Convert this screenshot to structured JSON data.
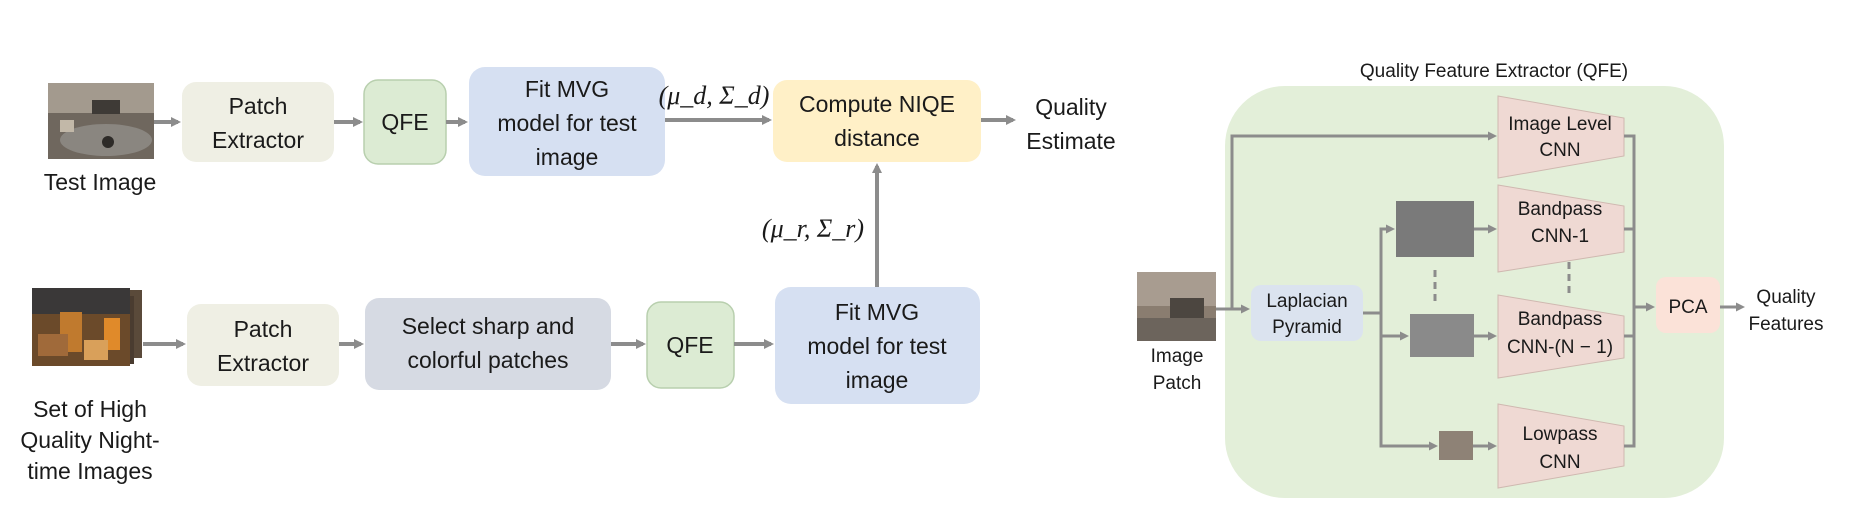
{
  "pipeline": {
    "test_image_label": "Test Image",
    "reference_images_label": [
      "Set of High",
      "Quality Night-",
      "time Images"
    ],
    "top_row": {
      "patch_extractor": [
        "Patch",
        "Extractor"
      ],
      "qfe": "QFE",
      "fit_mvg": [
        "Fit MVG",
        "model for test",
        "image"
      ],
      "test_params": "(μ_d, Σ_d)",
      "compute_niqe": [
        "Compute NIQE",
        "distance"
      ],
      "quality_estimate": [
        "Quality",
        "Estimate"
      ]
    },
    "bottom_row": {
      "patch_extractor": [
        "Patch",
        "Extractor"
      ],
      "select_patches": [
        "Select sharp and",
        "colorful patches"
      ],
      "qfe": "QFE",
      "fit_mvg": [
        "Fit MVG",
        "model for test",
        "image"
      ],
      "ref_params": "(μ_r, Σ_r)"
    }
  },
  "qfe_detail": {
    "title": "Quality Feature Extractor (QFE)",
    "input_label": [
      "Image",
      "Patch"
    ],
    "laplacian": [
      "Laplacian",
      "Pyramid"
    ],
    "image_level_cnn": [
      "Image Level",
      "CNN"
    ],
    "bandpass_1": [
      "Bandpass",
      "CNN-1"
    ],
    "bandpass_n": [
      "Bandpass",
      "CNN-(N − 1)"
    ],
    "lowpass": [
      "Lowpass",
      "CNN"
    ],
    "pca": "PCA",
    "output_label": [
      "Quality",
      "Features"
    ]
  },
  "colors": {
    "patch_extractor": "#efefe4",
    "qfe": "#dcebd3",
    "fit_mvg": "#d6e0f2",
    "compute_niqe": "#fff0c7",
    "select_patches": "#d6dae3",
    "qfe_panel": "#e3efd9",
    "laplacian": "#dbe3ef",
    "cnn": "#efd9d3",
    "pca": "#fbe2d8",
    "arrow": "#8c8c8c"
  }
}
